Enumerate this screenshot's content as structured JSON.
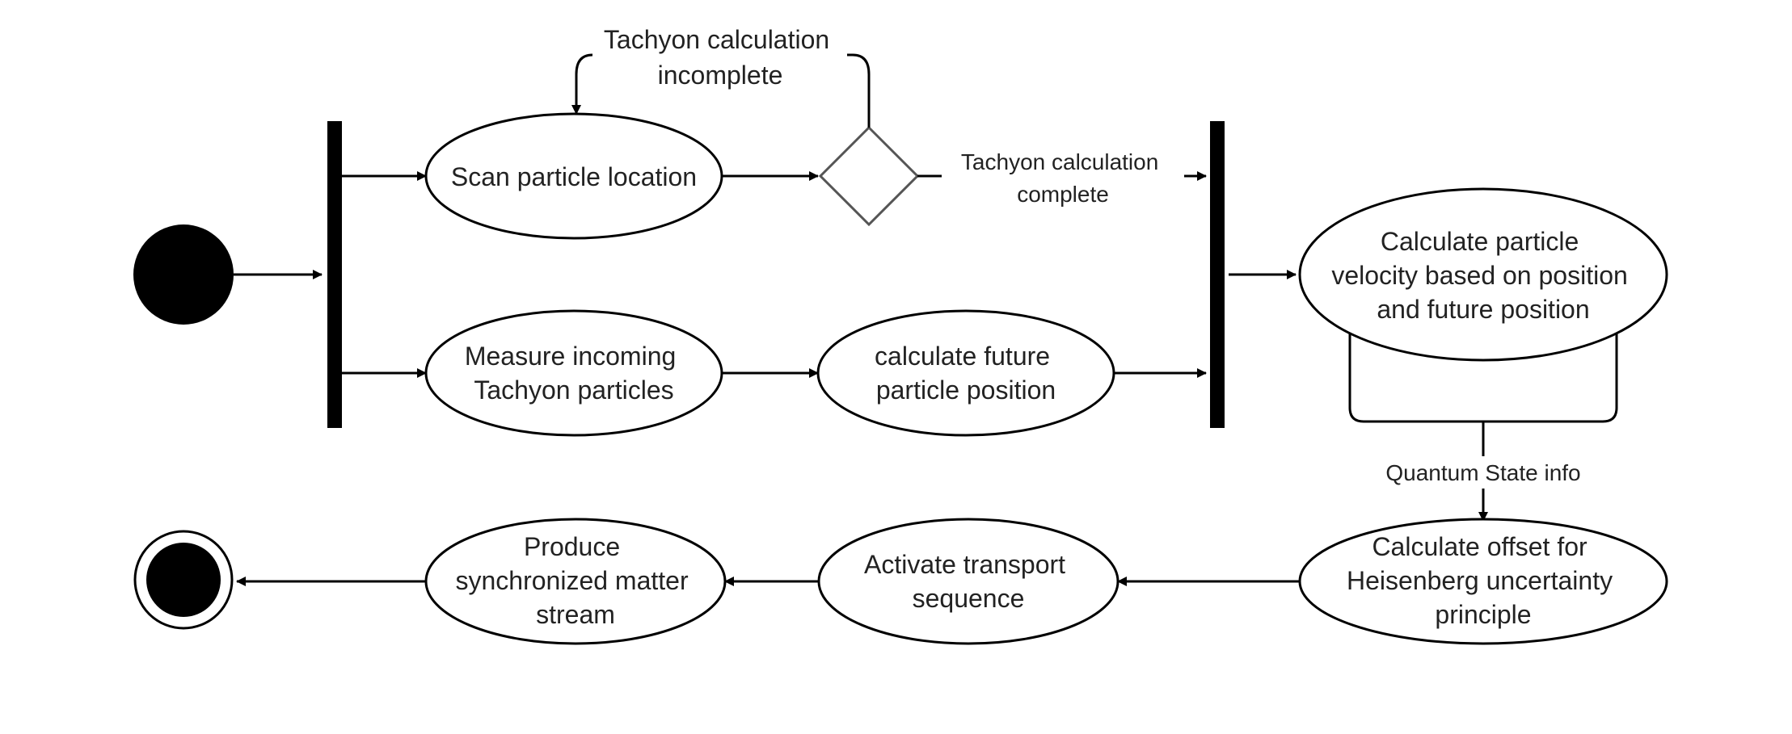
{
  "nodes": {
    "scan": [
      "Scan particle location"
    ],
    "measure": [
      "Measure incoming",
      "Tachyon particles"
    ],
    "future": [
      "calculate future",
      "particle position"
    ],
    "velocity": [
      "Calculate particle",
      "velocity based on position",
      "and future position"
    ],
    "offset": [
      "Calculate offset for",
      "Heisenberg uncertainty",
      "principle"
    ],
    "activate": [
      "Activate transport",
      "sequence"
    ],
    "produce": [
      "Produce",
      "synchronized matter",
      "stream"
    ]
  },
  "edges": {
    "incomplete": [
      "Tachyon calculation",
      "incomplete"
    ],
    "complete": [
      "Tachyon calculation",
      "complete"
    ],
    "quantum": [
      "Quantum State info"
    ]
  },
  "colors": {
    "stroke": "#000000",
    "diamond": "#555555",
    "fill": "#000000",
    "text": "#222222"
  }
}
